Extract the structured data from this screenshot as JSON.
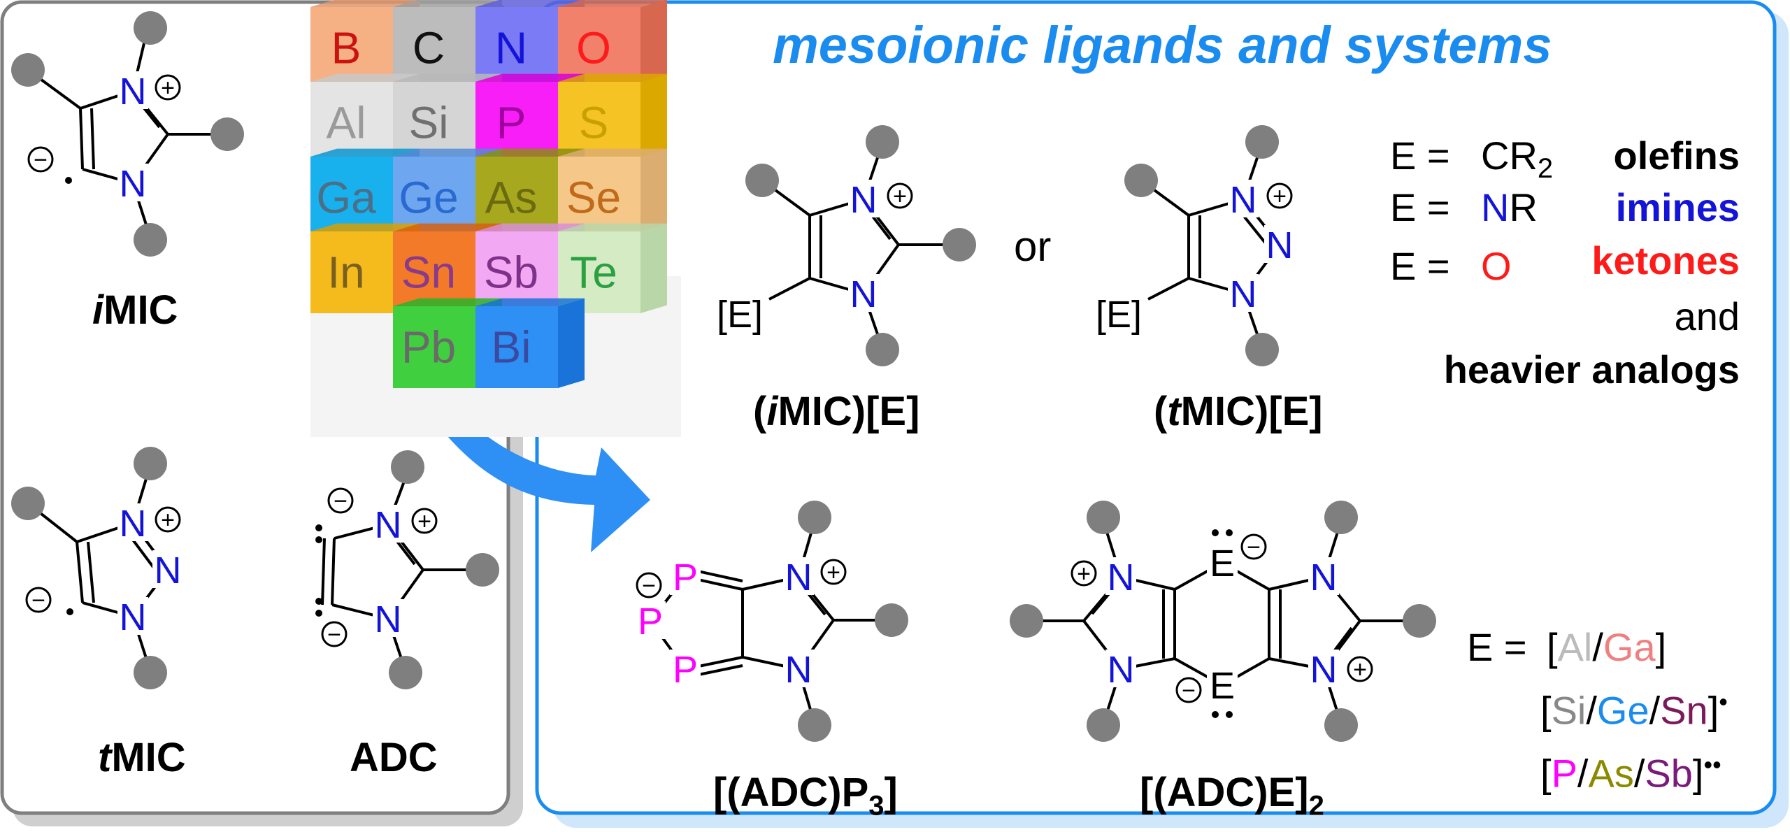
{
  "title": "mesoionic ligands and systems",
  "colors": {
    "accent_blue": "#1a8cf0",
    "nitrogen_blue": "#1414d8",
    "oxygen_red": "#ff1a1a",
    "phosphorus_magenta": "#ff00ff",
    "substituent_gray": "#7f7f7f"
  },
  "left_panel": {
    "labels": {
      "imic_prefix": "i",
      "imic_rest": "MIC",
      "tmic_prefix": "t",
      "tmic_rest": "MIC",
      "adc": "ADC"
    }
  },
  "periodic_block": {
    "cells": [
      {
        "symbol": "B",
        "face": "#f5b183",
        "side": "#e0956a",
        "text_color": "#cc1111"
      },
      {
        "symbol": "C",
        "face": "#bcbcbc",
        "side": "#a0a0a0",
        "text_color": "#111111"
      },
      {
        "symbol": "N",
        "face": "#7b7bf5",
        "side": "#5f5fd8",
        "text_color": "#1414d8"
      },
      {
        "symbol": "O",
        "face": "#f2816b",
        "side": "#d8674f",
        "text_color": "#ff1a1a"
      },
      {
        "symbol": "Al",
        "face": "#e4e4e4",
        "side": "#c9c9c9",
        "text_color": "#9a9a9a"
      },
      {
        "symbol": "Si",
        "face": "#d5d5d5",
        "side": "#b9b9b9",
        "text_color": "#707070"
      },
      {
        "symbol": "P",
        "face": "#f71ef7",
        "side": "#d800d8",
        "text_color": "#a000a0"
      },
      {
        "symbol": "S",
        "face": "#f5c324",
        "side": "#dba800",
        "text_color": "#caa000"
      },
      {
        "symbol": "Ga",
        "face": "#19b0ee",
        "side": "#0a95cf",
        "text_color": "#4a6f86"
      },
      {
        "symbol": "Ge",
        "face": "#6ea6f0",
        "side": "#538cd6",
        "text_color": "#2a6ad0"
      },
      {
        "symbol": "As",
        "face": "#a8a81e",
        "side": "#8c8c10",
        "text_color": "#6a6a10"
      },
      {
        "symbol": "Se",
        "face": "#f5c88a",
        "side": "#dcad70",
        "text_color": "#c06a1a"
      },
      {
        "symbol": "In",
        "face": "#f5bb1c",
        "side": "#d9a000",
        "text_color": "#7a6020"
      },
      {
        "symbol": "Sn",
        "face": "#f27a28",
        "side": "#d8600f",
        "text_color": "#8a3a8a"
      },
      {
        "symbol": "Sb",
        "face": "#f2a8f2",
        "side": "#d88ed8",
        "text_color": "#80308a"
      },
      {
        "symbol": "Te",
        "face": "#d4ebc4",
        "side": "#b9d6a8",
        "text_color": "#2aa040"
      },
      {
        "symbol": "Pb",
        "face": "#3fcf3f",
        "side": "#28b428",
        "text_color": "#6a6a6a"
      },
      {
        "symbol": "Bi",
        "face": "#2e8ff5",
        "side": "#1a73d8",
        "text_color": "#3a4aa0"
      }
    ]
  },
  "right_panel": {
    "or_word": "or",
    "labels": {
      "imic_e_open": "(",
      "imic_e_i": "i",
      "imic_e_rest": "MIC)[E]",
      "tmic_e_open": "(",
      "tmic_e_t": "t",
      "tmic_e_rest": "MIC)[E]",
      "adc_p3_main": "[(ADC)P",
      "adc_p3_sub": "3",
      "adc_p3_close": "]",
      "adc_e2_main": "[(ADC)E]",
      "adc_e2_sub": "2"
    },
    "equations": [
      {
        "lhs": "E = ",
        "rhs_main": "CR",
        "rhs_sub": "2",
        "rhs_color": "#000000",
        "keyword": "olefins",
        "keyword_color": "#000000"
      },
      {
        "lhs": "E = ",
        "rhs_main": "N",
        "rhs_tail": "R",
        "rhs_color": "#1414d8",
        "keyword": "imines",
        "keyword_color": "#1414d8"
      },
      {
        "lhs": "E = ",
        "rhs_main": "O",
        "rhs_color": "#ff1a1a",
        "keyword": "ketones",
        "keyword_color": "#ff1a1a"
      }
    ],
    "and_word": "and",
    "heavier": "heavier analogs",
    "element_sets": {
      "lhs": "E = ",
      "row1": [
        {
          "t": "[",
          "c": "#000000"
        },
        {
          "t": "Al",
          "c": "#bbbbbb"
        },
        {
          "t": "/",
          "c": "#000000"
        },
        {
          "t": "Ga",
          "c": "#f08080"
        },
        {
          "t": "]",
          "c": "#000000"
        }
      ],
      "row2": [
        {
          "t": "[",
          "c": "#000000"
        },
        {
          "t": "Si",
          "c": "#888888"
        },
        {
          "t": "/",
          "c": "#000000"
        },
        {
          "t": "Ge",
          "c": "#1a8cf0"
        },
        {
          "t": "/",
          "c": "#000000"
        },
        {
          "t": "Sn",
          "c": "#7a1a5a"
        },
        {
          "t": "]",
          "c": "#000000"
        }
      ],
      "row2_sup": "•",
      "row3": [
        {
          "t": "[",
          "c": "#000000"
        },
        {
          "t": "P",
          "c": "#ff00ff"
        },
        {
          "t": "/",
          "c": "#000000"
        },
        {
          "t": "As",
          "c": "#8a8a00"
        },
        {
          "t": "/",
          "c": "#000000"
        },
        {
          "t": "Sb",
          "c": "#7a1a7a"
        },
        {
          "t": "]",
          "c": "#000000"
        }
      ],
      "row3_sup": "••"
    }
  },
  "atoms": {
    "N": "N",
    "P": "P",
    "E": "E",
    "bracket_E": "[E]",
    "plus": "+",
    "minus": "−"
  }
}
